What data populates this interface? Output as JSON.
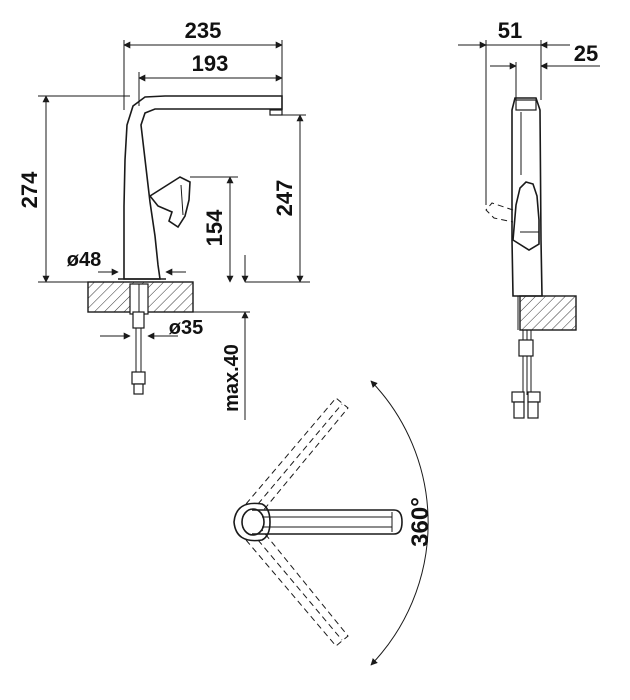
{
  "front_view": {
    "dim_total_width": "235",
    "dim_spout_reach": "193",
    "dim_total_height": "274",
    "dim_spout_height": "247",
    "dim_lever_height": "154",
    "dim_base_diameter": "ø48",
    "dim_hole_diameter": "ø35",
    "dim_max_thickness": "max.40"
  },
  "side_view": {
    "dim_depth": "51",
    "dim_offset": "25"
  },
  "top_view": {
    "dim_rotation": "360°"
  }
}
